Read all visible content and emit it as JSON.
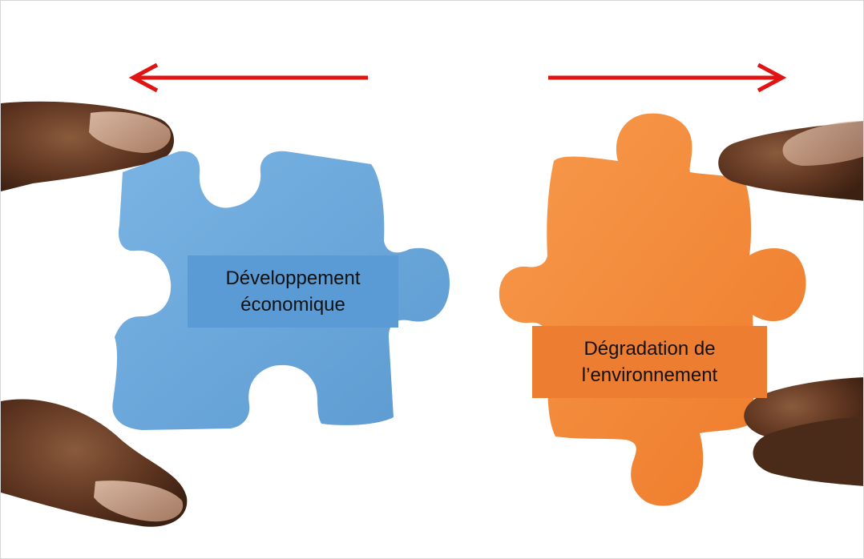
{
  "scene": {
    "description_free": true,
    "left_piece_color": "#6aa7dc",
    "right_piece_color": "#f58a3c",
    "arrow_color": "#e11414"
  },
  "labels": {
    "left": {
      "line1": "Développement",
      "line2": "économique",
      "box_color": "#5b9bd5"
    },
    "right": {
      "line1": "Dégradation de",
      "line2": "l’environnement",
      "box_color": "#ed7d31"
    }
  },
  "icons": {
    "left_arrow": "arrow-left-icon",
    "right_arrow": "arrow-right-icon"
  }
}
